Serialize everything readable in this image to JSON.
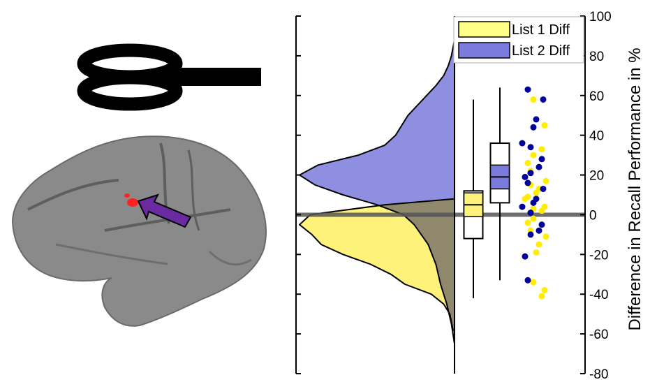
{
  "chart_data": {
    "type": "raincloud",
    "ylabel": "Difference in Recall Performance in %",
    "ylim": [
      -80,
      100
    ],
    "yticks": [
      -80,
      -60,
      -40,
      -20,
      0,
      20,
      40,
      60,
      80,
      100
    ],
    "legend": {
      "placement": "top-right",
      "entries": [
        {
          "label": "List 1 Diff",
          "color": "#ffff88"
        },
        {
          "label": "List 2 Diff",
          "color": "#7b7bdd"
        }
      ]
    },
    "reference_line_y": 0,
    "series": [
      {
        "name": "List 1 Diff",
        "color": "#fff27a",
        "dot_color": "#ffee00",
        "density": [
          [
            8,
            0.0
          ],
          [
            5,
            0.45
          ],
          [
            0,
            0.93
          ],
          [
            -5,
            1.0
          ],
          [
            -10,
            0.92
          ],
          [
            -15,
            0.86
          ],
          [
            -20,
            0.72
          ],
          [
            -25,
            0.54
          ],
          [
            -30,
            0.41
          ],
          [
            -35,
            0.32
          ],
          [
            -40,
            0.15
          ],
          [
            -45,
            0.07
          ],
          [
            -50,
            0.03
          ],
          [
            -58,
            0.01
          ]
        ],
        "box": {
          "min": -42,
          "q1": -12,
          "median": 5,
          "q3": 12,
          "max": 58
        },
        "points": [
          58,
          45,
          33,
          30,
          26,
          22,
          17,
          13,
          11,
          8,
          6,
          4,
          2,
          -2,
          -4,
          -8,
          -11,
          -15,
          -19,
          -21,
          -34,
          -38,
          -41,
          3,
          9,
          15
        ]
      },
      {
        "name": "List 2 Diff",
        "color": "#7b7bdd",
        "dot_color": "#00009a",
        "density": [
          [
            -65,
            0.0
          ],
          [
            -55,
            0.02
          ],
          [
            -45,
            0.05
          ],
          [
            -35,
            0.09
          ],
          [
            -25,
            0.12
          ],
          [
            -15,
            0.17
          ],
          [
            -5,
            0.26
          ],
          [
            0,
            0.33
          ],
          [
            5,
            0.5
          ],
          [
            10,
            0.72
          ],
          [
            15,
            0.9
          ],
          [
            20,
            1.0
          ],
          [
            25,
            0.88
          ],
          [
            30,
            0.62
          ],
          [
            35,
            0.45
          ],
          [
            40,
            0.38
          ],
          [
            45,
            0.34
          ],
          [
            50,
            0.3
          ],
          [
            55,
            0.24
          ],
          [
            60,
            0.18
          ],
          [
            65,
            0.12
          ],
          [
            70,
            0.07
          ],
          [
            75,
            0.04
          ],
          [
            80,
            0.02
          ],
          [
            88,
            0.0
          ]
        ],
        "box": {
          "min": -33,
          "q1": 6,
          "median": 19,
          "q3": 36,
          "max": 64
        },
        "points": [
          63,
          58,
          48,
          44,
          36,
          34,
          28,
          24,
          21,
          19,
          16,
          13,
          8,
          6,
          4,
          1,
          -5,
          -8,
          -10,
          -21,
          -33
        ]
      }
    ]
  }
}
